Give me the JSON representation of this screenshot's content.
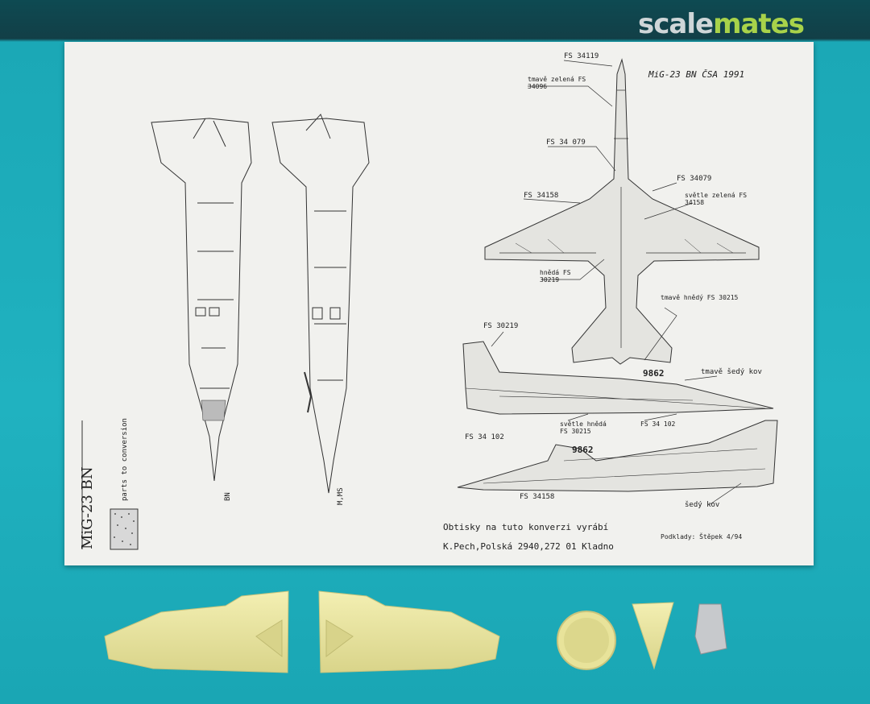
{
  "watermark": {
    "part1": "scale",
    "part2": "mates"
  },
  "sheet": {
    "title": "MiG-23 BN ČSA 1991",
    "side_title": "MiG-23 BN",
    "side_note": "parts to conversion",
    "label_bn": "BN",
    "label_mms": "M,MS",
    "footer_line1": "Obtisky na tuto konverzi vyrábí",
    "footer_line2": "K.Pech,Polská 2940,272 01 Kladno",
    "footer_note": "Podklady: Štěpek 4/94",
    "callouts": [
      "FS 34119",
      "tmavě zelená FS 34096",
      "FS 34 079",
      "FS 34079",
      "světle zelená FS 34158",
      "hnědá FS 30219",
      "FS 30219",
      "tmavě hnědý FS 30215",
      "světle hnědá FS 30215",
      "FS 34 102",
      "FS 34158",
      "9862",
      "tmavě šedý kov",
      "šedý kov"
    ]
  },
  "colors": {
    "background": "#1fafbe",
    "sheet": "#f1f1ee",
    "resin": "#ece8a4"
  }
}
